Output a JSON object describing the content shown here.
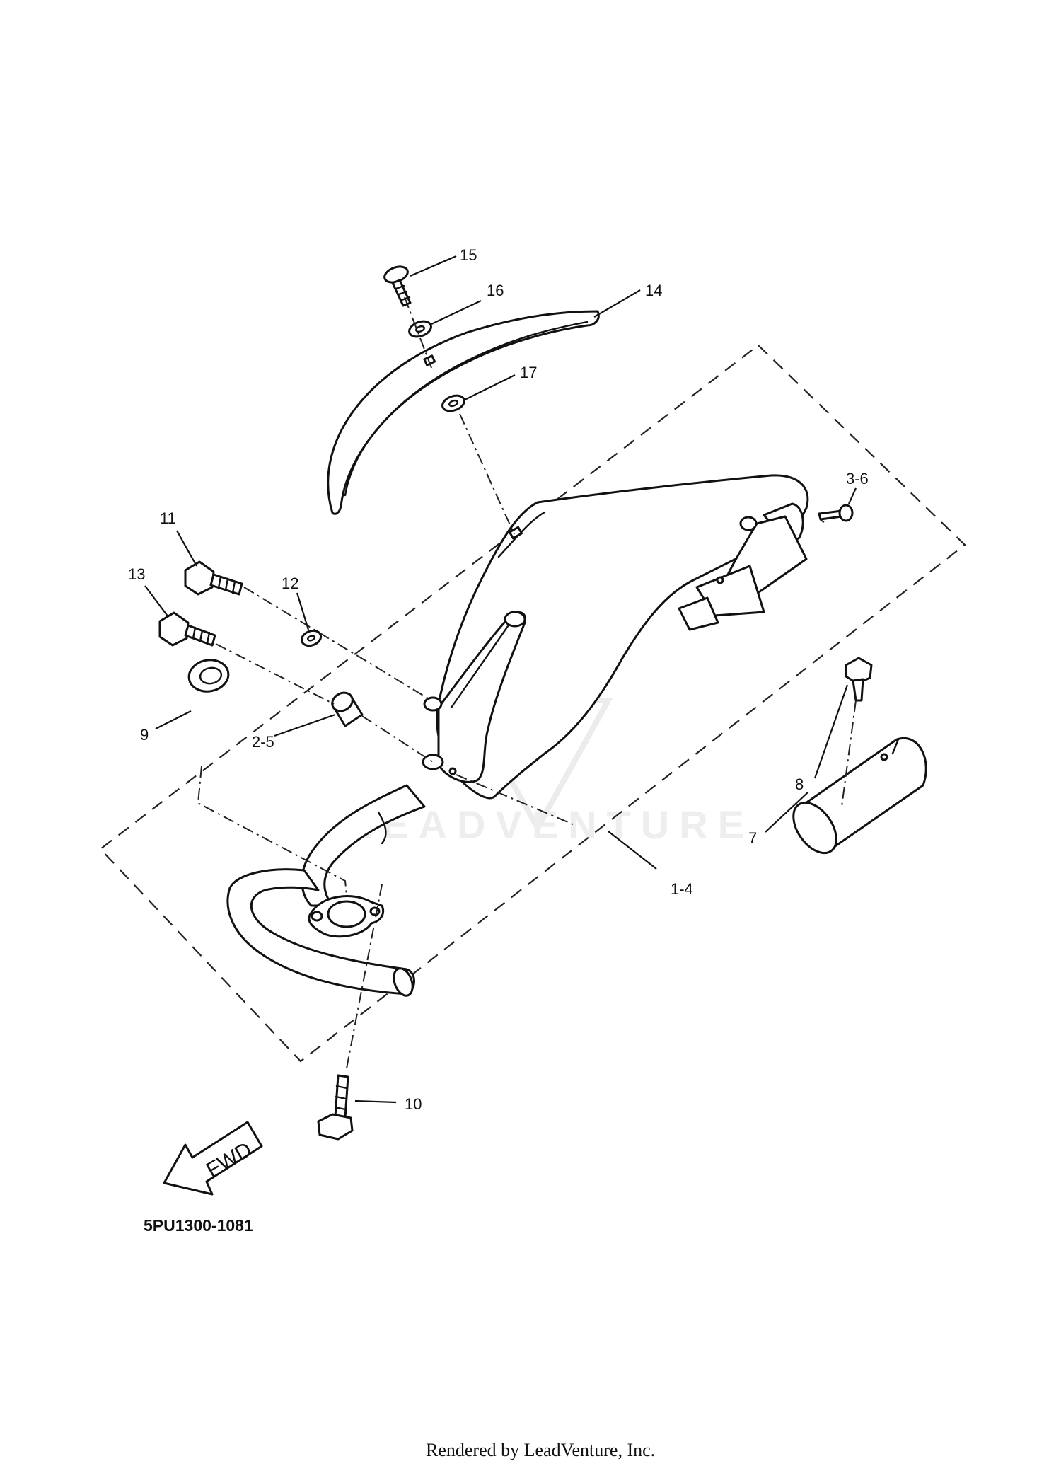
{
  "diagram": {
    "callouts": {
      "p15": "15",
      "p16": "16",
      "p14": "14",
      "p17": "17",
      "p3_6": "3-6",
      "p11": "11",
      "p13": "13",
      "p12": "12",
      "p9": "9",
      "p2_5": "2-5",
      "p8": "8",
      "p7": "7",
      "p1_4": "1-4",
      "p10": "10"
    },
    "fwd_label": "FWD",
    "diagram_code": "5PU1300-1081"
  },
  "watermark": {
    "text": "LEADVENTURE"
  },
  "footer": {
    "rendered_by": "Rendered by LeadVenture, Inc."
  }
}
